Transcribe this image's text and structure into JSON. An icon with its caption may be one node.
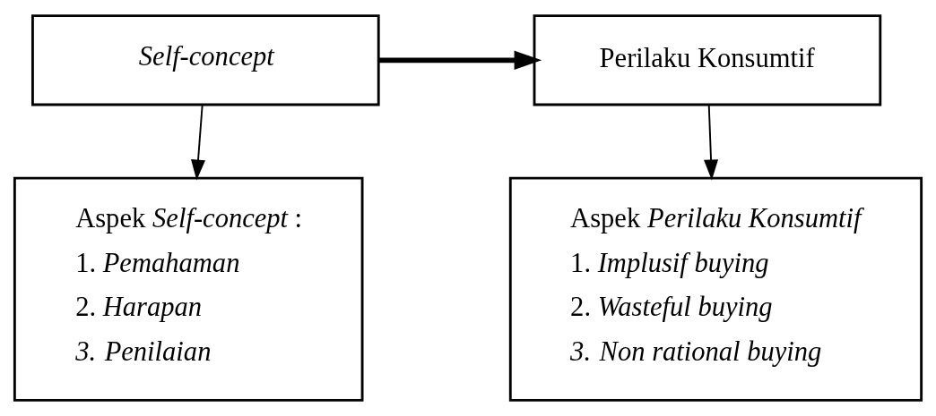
{
  "diagram": {
    "nodes": [
      {
        "text": [
          "Self-concept"
        ]
      },
      {
        "text": [
          "Perilaku Konsumtif"
        ]
      },
      {
        "text": [
          "Aspek *Self-concept* :",
          "1. *Pemahaman*",
          "2. *Harapan*",
          "*3.* *Penilaian*"
        ]
      },
      {
        "text": [
          "Aspek *Perilaku Konsumtif*",
          "1. *Implusif buying*",
          "2. *Wasteful buying*",
          "*3.* *Non rational buying*"
        ]
      }
    ],
    "edges": [
      {
        "from": 0,
        "to": 1,
        "arrow": "to",
        "style": "thick"
      },
      {
        "from": 0,
        "to": 2,
        "arrow": "to"
      },
      {
        "from": 1,
        "to": 3,
        "arrow": "to"
      }
    ]
  }
}
